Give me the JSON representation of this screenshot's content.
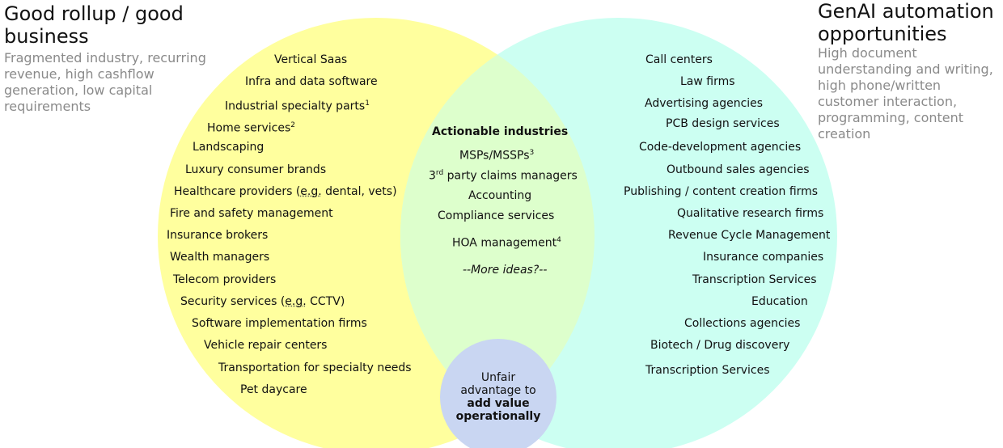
{
  "left_set": {
    "title": "Good rollup / good business",
    "subtitle": "Fragmented industry, recurring revenue, high cashflow generation, low capital requirements",
    "color": "#ffff9e",
    "items": [
      "Vertical Saas",
      "Infra and data software",
      "Industrial specialty parts",
      "Home services",
      "Landscaping",
      "Luxury consumer brands",
      "Healthcare providers (e.g. dental, vets)",
      "Fire and safety management",
      "Insurance brokers",
      "Wealth managers",
      "Telecom providers",
      "Security services (e.g. CCTV)",
      "Software implementation firms",
      "Vehicle repair centers",
      "Transportation for specialty needs",
      "Pet daycare"
    ],
    "footnotes": {
      "industrial_specialty_parts": "1",
      "home_services": "2"
    }
  },
  "right_set": {
    "title": "GenAI automation opportunities",
    "subtitle": "High document understanding and writing, high phone/written customer interaction, programming, content creation",
    "color": "#ccfff2",
    "items": [
      "Call centers",
      "Law firms",
      "Advertising agencies",
      "PCB design services",
      "Code-development agencies",
      "Outbound sales agencies",
      "Publishing / content creation firms",
      "Qualitative research firms",
      "Revenue Cycle Management",
      "Insurance companies",
      "Transcription Services",
      "Education",
      "Collections agencies",
      "Biotech / Drug discovery",
      "Transcription Services"
    ]
  },
  "intersection": {
    "heading": "Actionable industries",
    "color": "#ddffcc",
    "items": [
      {
        "text": "MSPs/MSSPs",
        "sup": "3"
      },
      {
        "prefix": "3",
        "prefix_sup": "rd",
        "text": " party claims managers"
      },
      {
        "text": "Accounting"
      },
      {
        "text": "Compliance services"
      },
      {
        "text": "HOA management",
        "sup": "4"
      }
    ],
    "more": "--More ideas?--"
  },
  "bottom_circle": {
    "color": "#c9d6f2",
    "line1": "Unfair",
    "line2": "advantage to",
    "bold1": "add value",
    "bold2": "operationally"
  }
}
